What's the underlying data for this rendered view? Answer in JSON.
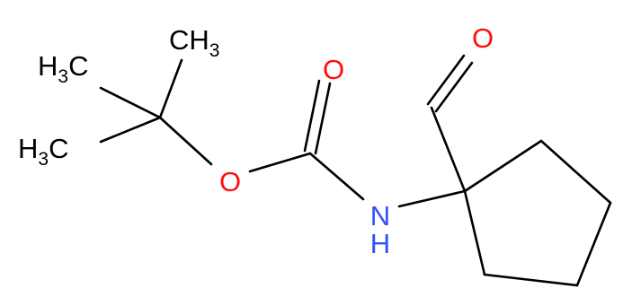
{
  "colors": {
    "bond": "#000000",
    "oxygen": "#ff0d0d",
    "nitrogen": "#3050f8",
    "carbon_label": "#000000"
  },
  "atoms": {
    "methyl_top": {
      "main": "CH",
      "sub": "3"
    },
    "methyl_left_upper": {
      "main": "H",
      "sub": "3",
      "tail": "C"
    },
    "methyl_left_lower": {
      "main": "H",
      "sub": "3",
      "tail": "C"
    },
    "carbonyl_oxygen": "O",
    "ester_oxygen": "O",
    "amide_nitrogen": {
      "main": "N",
      "h": "H"
    },
    "aldehyde_oxygen": "O"
  }
}
